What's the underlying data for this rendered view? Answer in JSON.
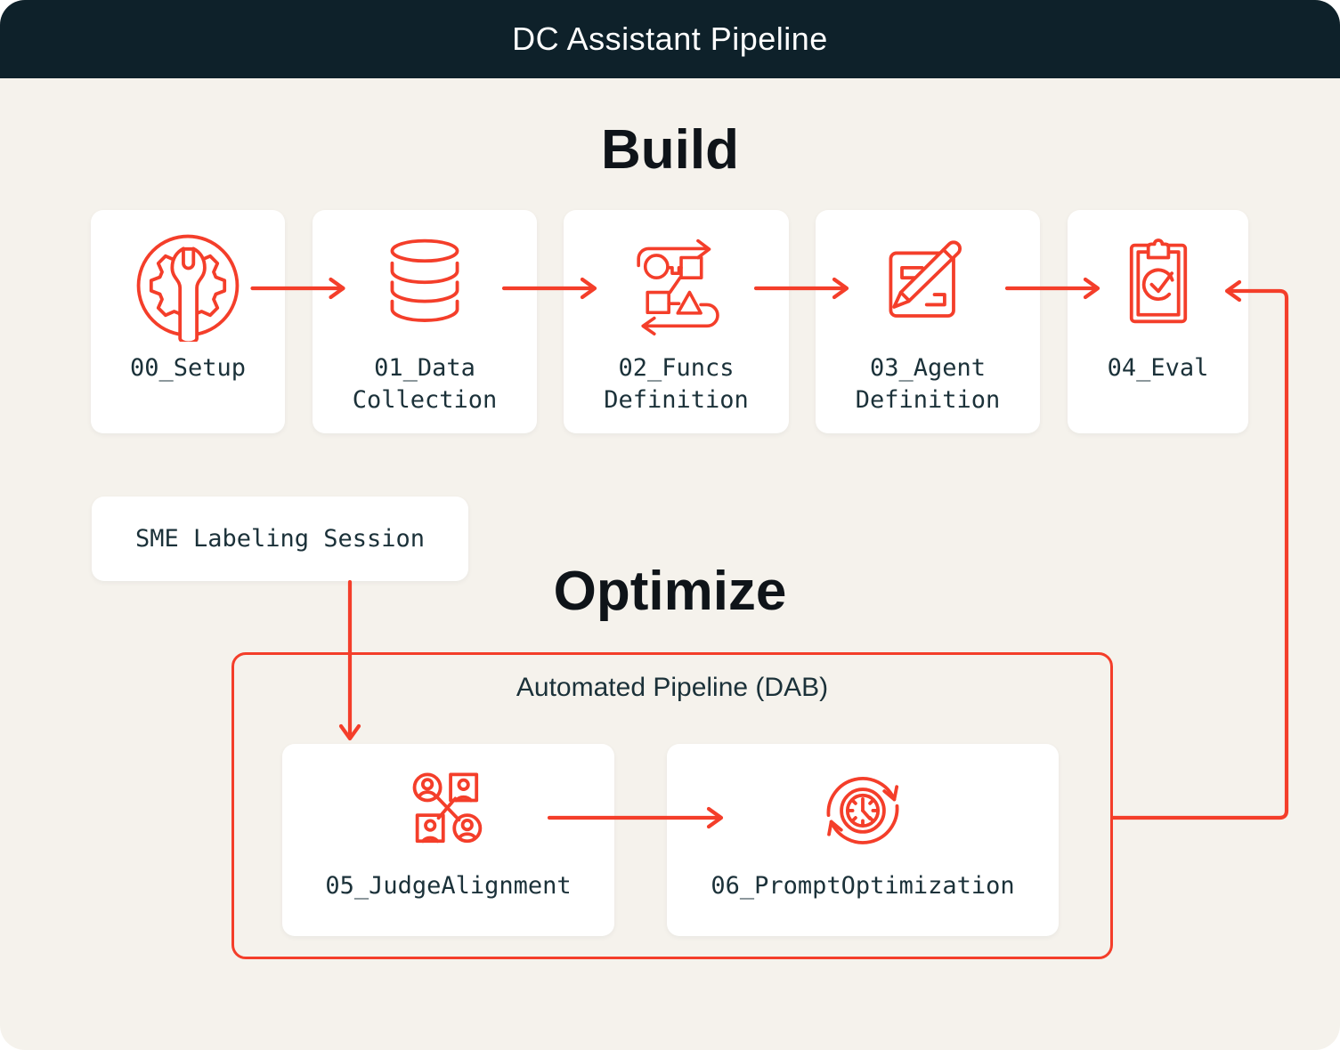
{
  "header": {
    "title": "DC Assistant Pipeline"
  },
  "build": {
    "heading": "Build",
    "cards": [
      {
        "label": "00_Setup",
        "icon": "gear-wrench-icon"
      },
      {
        "label": "01_Data\nCollection",
        "icon": "database-icon"
      },
      {
        "label": "02_Funcs\nDefinition",
        "icon": "flowchart-loop-icon"
      },
      {
        "label": "03_Agent\nDefinition",
        "icon": "document-pencil-icon"
      },
      {
        "label": "04_Eval",
        "icon": "clipboard-check-icon"
      }
    ]
  },
  "sme": {
    "label": "SME Labeling Session"
  },
  "optimize": {
    "heading": "Optimize",
    "box_label": "Automated Pipeline (DAB)",
    "cards": [
      {
        "label": "05_JudgeAlignment",
        "icon": "judge-avatars-icon"
      },
      {
        "label": "06_PromptOptimization",
        "icon": "clock-cycle-icon"
      }
    ]
  },
  "flow": [
    {
      "from": "00_Setup",
      "to": "01_Data Collection"
    },
    {
      "from": "01_Data Collection",
      "to": "02_Funcs Definition"
    },
    {
      "from": "02_Funcs Definition",
      "to": "03_Agent Definition"
    },
    {
      "from": "03_Agent Definition",
      "to": "04_Eval"
    },
    {
      "from": "SME Labeling Session",
      "to": "05_JudgeAlignment"
    },
    {
      "from": "05_JudgeAlignment",
      "to": "06_PromptOptimization"
    },
    {
      "from": "Automated Pipeline (DAB)",
      "to": "04_Eval"
    }
  ],
  "colors": {
    "accent_red": "#F43E2A",
    "header_navy": "#0E212A",
    "text_navy": "#1B3139",
    "heading_black": "#0F1419",
    "background_cream": "#F5F2EC",
    "card_white": "#FFFFFF"
  }
}
